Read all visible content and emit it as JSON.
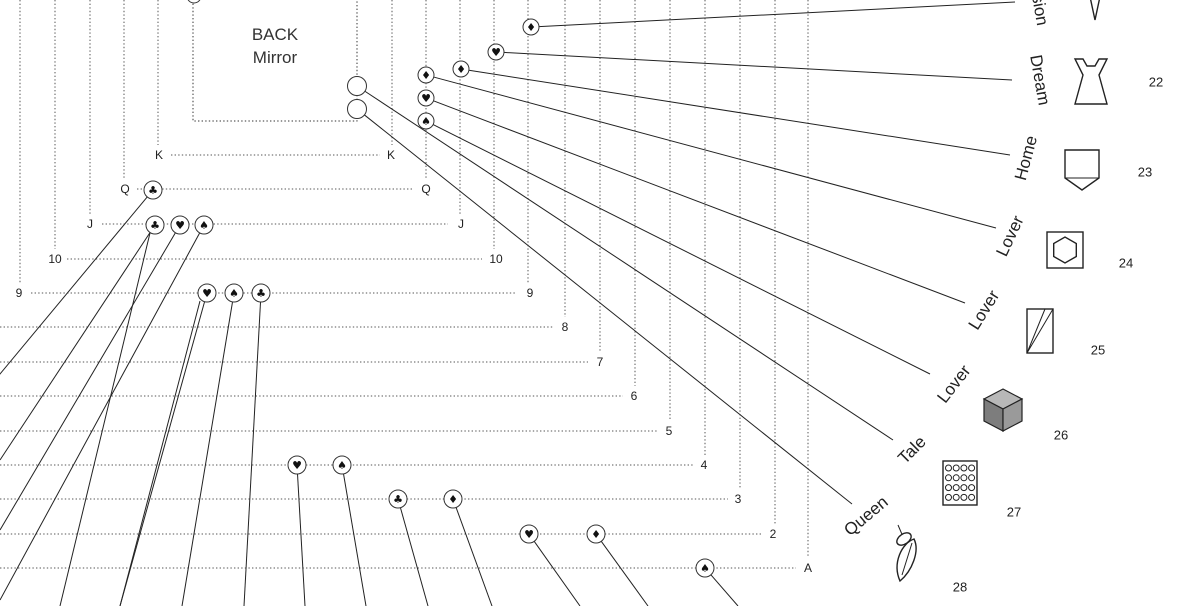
{
  "back_card": {
    "line1": "BACK",
    "line2": "Mirror"
  },
  "ranks": [
    "K",
    "Q",
    "J",
    "10",
    "9",
    "8",
    "7",
    "6",
    "5",
    "4",
    "3",
    "2",
    "A"
  ],
  "cards": [
    {
      "word": "sion",
      "number": "",
      "icon": "candle-icon"
    },
    {
      "word": "Dream",
      "number": "22",
      "icon": "dress-icon"
    },
    {
      "word": "Home",
      "number": "23",
      "icon": "house-pentagon-icon"
    },
    {
      "word": "Lover",
      "number": "24",
      "icon": "hexagon-in-square-icon"
    },
    {
      "word": "Lover",
      "number": "25",
      "icon": "folded-card-icon"
    },
    {
      "word": "Lover",
      "number": "26",
      "icon": "cube-icon"
    },
    {
      "word": "Tale",
      "number": "27",
      "icon": "dotted-grid-icon"
    },
    {
      "word": "Queen",
      "number": "28",
      "icon": "feather-icon"
    }
  ],
  "suit_nodes": [
    {
      "suit": "♦",
      "name": "diamond-node"
    },
    {
      "suit": "♥",
      "name": "heart-node"
    },
    {
      "suit": "♦",
      "name": "diamond-node"
    },
    {
      "suit": "♦",
      "name": "diamond-node"
    },
    {
      "suit": "♥",
      "name": "heart-node"
    },
    {
      "suit": "♠",
      "name": "spade-node"
    },
    {
      "suit": "",
      "name": "empty-node"
    },
    {
      "suit": "",
      "name": "empty-node"
    },
    {
      "suit": "♣",
      "name": "club-node"
    },
    {
      "suit": "♣",
      "name": "club-node"
    },
    {
      "suit": "♥",
      "name": "heart-node"
    },
    {
      "suit": "♠",
      "name": "spade-node"
    },
    {
      "suit": "♥",
      "name": "heart-node"
    },
    {
      "suit": "♠",
      "name": "spade-node"
    },
    {
      "suit": "♣",
      "name": "club-node"
    },
    {
      "suit": "♥",
      "name": "heart-node"
    },
    {
      "suit": "♠",
      "name": "spade-node"
    },
    {
      "suit": "♣",
      "name": "club-node"
    },
    {
      "suit": "♦",
      "name": "diamond-node"
    },
    {
      "suit": "♥",
      "name": "heart-node"
    },
    {
      "suit": "♦",
      "name": "diamond-node"
    },
    {
      "suit": "♠",
      "name": "spade-node"
    }
  ]
}
